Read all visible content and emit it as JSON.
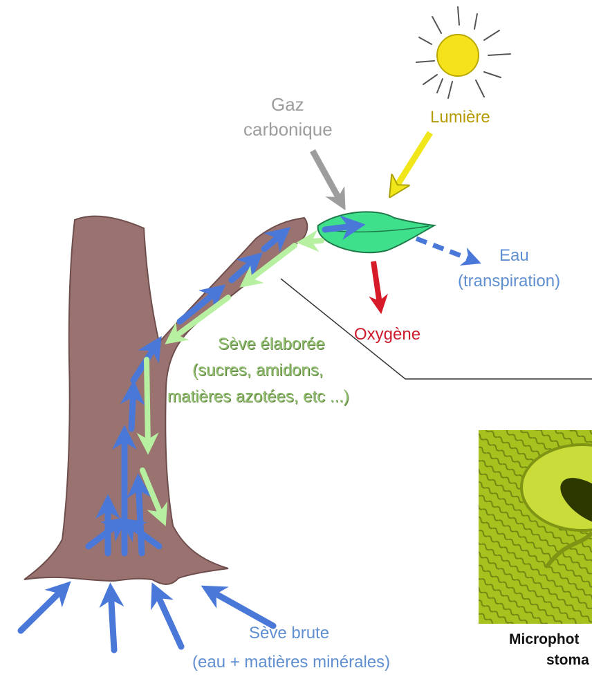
{
  "labels": {
    "gaz_line1": "Gaz",
    "gaz_line2": "carbonique",
    "lumiere": "Lumière",
    "eau_line1": "Eau",
    "eau_line2": "(transpiration)",
    "oxygene": "Oxygène",
    "seve_elaboree_line1": "Sève élaborée",
    "seve_elaboree_line2": "(sucres, amidons,",
    "seve_elaboree_line3": "matières azotées, etc ...)",
    "seve_brute_line1": "Sève brute",
    "seve_brute_line2": "(eau + matières minérales)",
    "caption_line1": "Microphot",
    "caption_line2": "stoma"
  },
  "colors": {
    "trunk": "#9a7371",
    "trunk_outline": "#6e4e4c",
    "leaf": "#3fe08c",
    "sun": "#f5e21a",
    "arrow_blue": "#4a78d8",
    "arrow_green": "#b6f0a0",
    "arrow_gray": "#9d9d9d",
    "arrow_yellow": "#f0e619",
    "arrow_red": "#d61a2a",
    "micrograph": "#a7c11f"
  }
}
